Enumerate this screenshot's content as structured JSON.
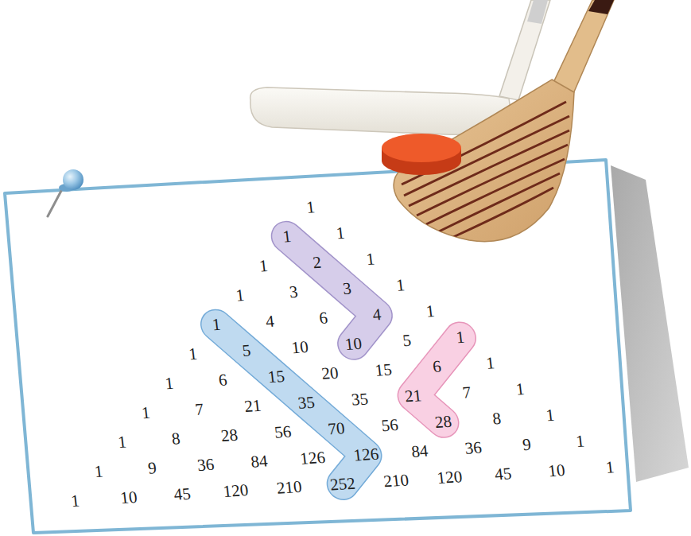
{
  "diagram": {
    "nodes": [
      {
        "text": [
          "1",
          "2",
          "3",
          "4",
          "10"
        ]
      },
      {
        "text": [
          "1",
          "5",
          "15",
          "35",
          "70",
          "126",
          "252"
        ]
      },
      {
        "text": [
          "1",
          "6",
          "21",
          "28"
        ]
      }
    ],
    "labels": [
      "1",
      "1",
      "1",
      "1",
      "1",
      "3",
      "1",
      "4",
      "6",
      "1",
      "1",
      "10",
      "5",
      "1",
      "6",
      "20",
      "15",
      "1",
      "1",
      "7",
      "21",
      "35",
      "7",
      "1",
      "1",
      "8",
      "28",
      "56",
      "56",
      "8",
      "1",
      "1",
      "9",
      "36",
      "84",
      "126",
      "84",
      "36",
      "9",
      "1",
      "1",
      "10",
      "45",
      "120",
      "210",
      "210",
      "120",
      "45",
      "10",
      "1"
    ]
  }
}
